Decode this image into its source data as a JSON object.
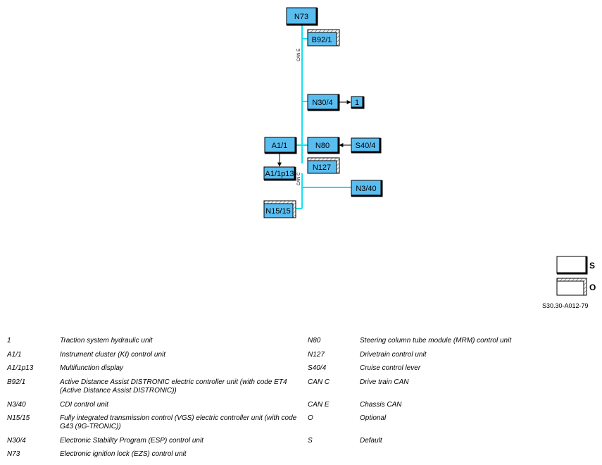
{
  "diagram": {
    "units": [
      {
        "id": "n73",
        "label": "N73",
        "type": "S"
      },
      {
        "id": "b92-1",
        "label": "B92/1",
        "type": "O"
      },
      {
        "id": "n30-4",
        "label": "N30/4",
        "type": "S"
      },
      {
        "id": "one",
        "label": "1",
        "type": "S"
      },
      {
        "id": "a1-1",
        "label": "A1/1",
        "type": "S"
      },
      {
        "id": "n80",
        "label": "N80",
        "type": "S"
      },
      {
        "id": "s40-4",
        "label": "S40/4",
        "type": "S"
      },
      {
        "id": "a1-1p13",
        "label": "A1/1p13",
        "type": "S"
      },
      {
        "id": "n127",
        "label": "N127",
        "type": "O"
      },
      {
        "id": "n3-40",
        "label": "N3/40",
        "type": "S"
      },
      {
        "id": "n15-15",
        "label": "N15/15",
        "type": "O"
      }
    ],
    "bus_labels": {
      "can_e": "CAN E",
      "can_c": "CAN C"
    },
    "colors": {
      "unit_fill": "#59bdf0",
      "bus_line": "#19e0f0",
      "border": "#000000",
      "hatch": "#9a9a9a"
    }
  },
  "key": {
    "standard_letter": "S",
    "optional_letter": "O"
  },
  "document_code": "S30.30-A012-79",
  "legend": {
    "left": [
      {
        "code": "1",
        "desc": "Traction system hydraulic unit"
      },
      {
        "code": "A1/1",
        "desc": "Instrument cluster (KI) control unit"
      },
      {
        "code": "A1/1p13",
        "desc": "Multifunction display"
      },
      {
        "code": "B92/1",
        "desc": "Active Distance Assist DISTRONIC electric controller unit (with code ET4 (Active Distance Assist DISTRONIC))"
      },
      {
        "code": "N3/40",
        "desc": "CDI control unit"
      },
      {
        "code": "N15/15",
        "desc": "Fully integrated transmission control (VGS) electric controller unit (with code G43 (9G-TRONIC))"
      },
      {
        "code": "N30/4",
        "desc": "Electronic Stability Program (ESP) control unit"
      },
      {
        "code": "N73",
        "desc": "Electronic ignition lock (EZS) control unit"
      }
    ],
    "right": [
      {
        "code": "N80",
        "desc": "Steering column tube module (MRM) control unit"
      },
      {
        "code": "N127",
        "desc": "Drivetrain control unit"
      },
      {
        "code": "S40/4",
        "desc": "Cruise control lever"
      },
      {
        "code": "CAN C",
        "desc": "Drive train CAN"
      },
      {
        "code": "CAN E",
        "desc": "Chassis CAN"
      },
      {
        "code": "O",
        "desc": "Optional"
      },
      {
        "code": "S",
        "desc": "Default"
      }
    ]
  }
}
